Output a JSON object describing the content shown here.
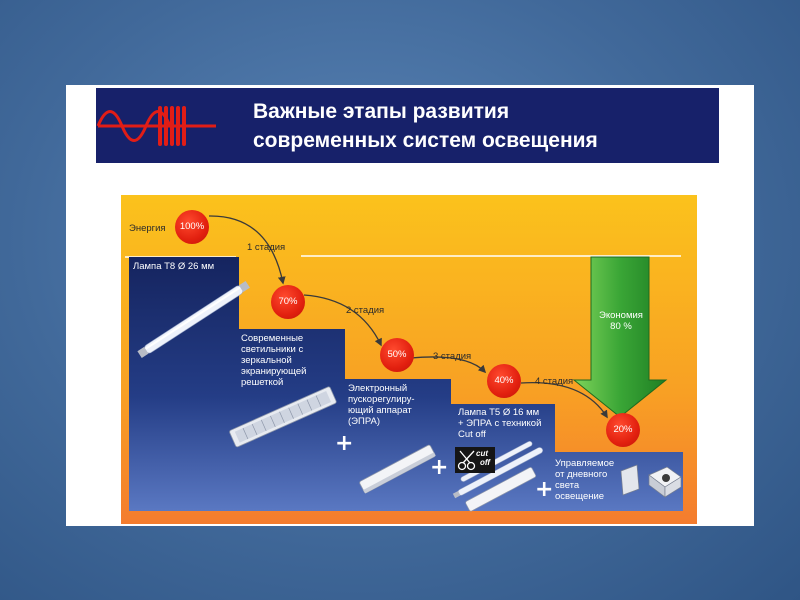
{
  "title": {
    "line1": "Важные этапы развития",
    "line2": "современных систем освещения"
  },
  "energy_label": "Энергия",
  "stages": [
    {
      "value": "100%"
    },
    {
      "value": "70%",
      "stage_label": "1 стадия"
    },
    {
      "value": "50%",
      "stage_label": "2 стадия"
    },
    {
      "value": "40%",
      "stage_label": "3 стадия"
    },
    {
      "value": "20%",
      "stage_label": "4 стадия"
    }
  ],
  "savings": {
    "line1": "Экономия",
    "line2": "80 %"
  },
  "steps": {
    "lamp_t8": "Лампа Т8 Ø 26 мм",
    "luminaire": [
      "Современные",
      "светильники с",
      "зеркальной",
      "экранирующей",
      "решеткой"
    ],
    "ballast": [
      "Электронный",
      "пускорегулиру-",
      "ющий аппарат",
      "(ЭПРА)"
    ],
    "lamp_t5": [
      "Лампа Т5 Ø 16 мм",
      "+ ЭПРА с техникой",
      "Cut off"
    ],
    "daylight": [
      "Управляемое",
      "от дневного",
      "света",
      "освещение"
    ]
  },
  "cutoff_badge": [
    "cut",
    "off"
  ],
  "plus_sign": "+",
  "colors": {
    "header": "#17216a",
    "circle": "#e2200f",
    "savings_arrow": "#3aa636",
    "stairs_top": "#1b2f6e",
    "background_top": "#fbc21c",
    "background_bottom": "#f47c2e"
  }
}
